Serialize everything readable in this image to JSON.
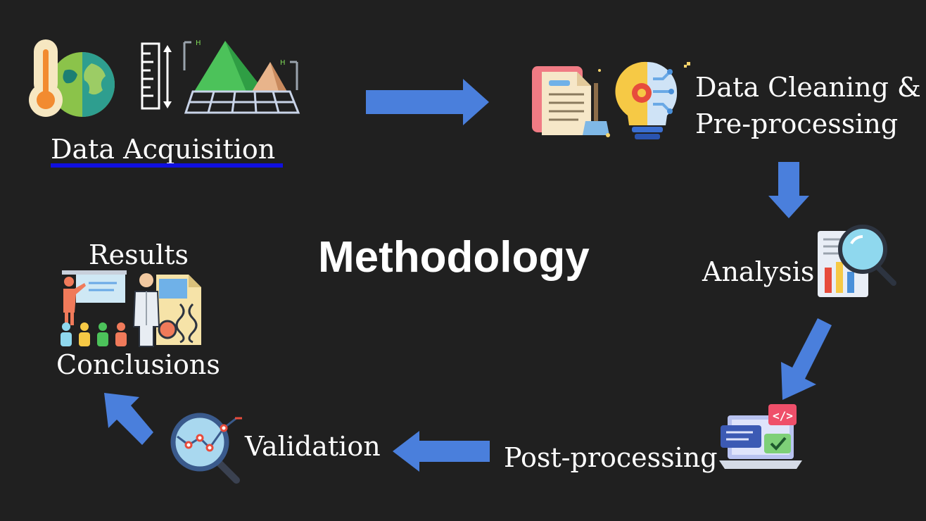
{
  "title": "Methodology",
  "steps": {
    "acquisition": "Data Acquisition",
    "cleaning_line1": "Data Cleaning &",
    "cleaning_line2": "Pre-processing",
    "analysis": "Analysis",
    "postprocessing": "Post-processing",
    "validation": "Validation",
    "results": "Results",
    "conclusions": "Conclusions"
  },
  "colors": {
    "background": "#202020",
    "arrow": "#4a7fdc",
    "underline": "#1010e0",
    "text": "#ffffff"
  },
  "icons": [
    "thermometer-globe-icon",
    "ruler-icon",
    "terrain-grid-icon",
    "document-broom-icon",
    "lightbulb-ai-icon",
    "report-magnifier-icon",
    "laptop-code-icon",
    "magnifier-chart-icon",
    "presentation-icon",
    "scientist-report-icon"
  ]
}
